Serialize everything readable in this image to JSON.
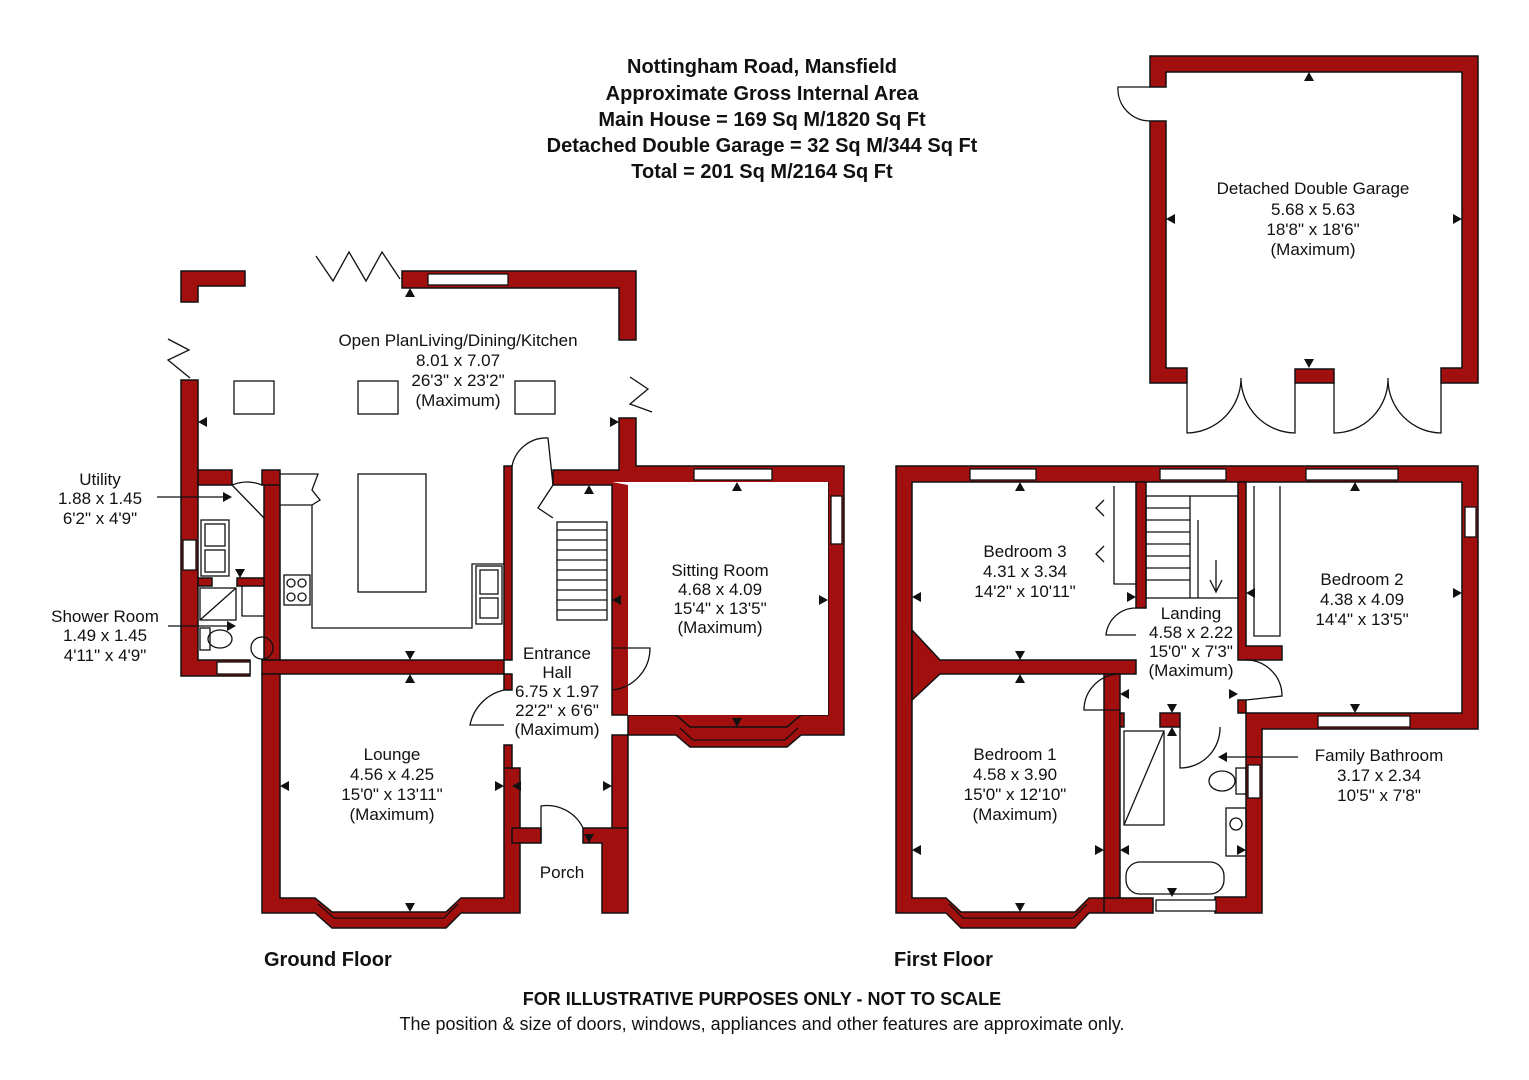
{
  "header": {
    "line1": "Nottingham Road, Mansfield",
    "line2": "Approximate Gross Internal Area",
    "line3": "Main House = 169 Sq M/1820 Sq Ft",
    "line4": "Detached Double Garage = 32 Sq M/344 Sq Ft",
    "line5": "Total = 201 Sq M/2164 Sq Ft"
  },
  "floors": {
    "ground": "Ground Floor",
    "first": "First Floor"
  },
  "rooms": {
    "garage": {
      "name": "Detached Double Garage",
      "metric": "5.68 x 5.63",
      "imperial": "18'8\" x 18'6\"",
      "note": "(Maximum)"
    },
    "open_plan": {
      "name": "Open PlanLiving/Dining/Kitchen",
      "metric": "8.01 x 7.07",
      "imperial": "26'3\" x 23'2\"",
      "note": "(Maximum)"
    },
    "utility": {
      "name": "Utility",
      "metric": "1.88 x 1.45",
      "imperial": "6'2\" x 4'9\""
    },
    "shower": {
      "name": "Shower Room",
      "metric": "1.49 x 1.45",
      "imperial": "4'11\" x 4'9\""
    },
    "sitting": {
      "name": "Sitting Room",
      "metric": "4.68 x 4.09",
      "imperial": "15'4\" x 13'5\"",
      "note": "(Maximum)"
    },
    "entrance": {
      "name1": "Entrance",
      "name2": "Hall",
      "metric": "6.75 x 1.97",
      "imperial": "22'2\" x 6'6\"",
      "note": "(Maximum)"
    },
    "lounge": {
      "name": "Lounge",
      "metric": "4.56 x 4.25",
      "imperial": "15'0\" x 13'11\"",
      "note": "(Maximum)"
    },
    "porch": {
      "name": "Porch"
    },
    "bedroom3": {
      "name": "Bedroom 3",
      "metric": "4.31 x 3.34",
      "imperial": "14'2\" x 10'11\""
    },
    "landing": {
      "name": "Landing",
      "metric": "4.58 x 2.22",
      "imperial": "15'0\" x 7'3\"",
      "note": "(Maximum)"
    },
    "bedroom2": {
      "name": "Bedroom 2",
      "metric": "4.38 x 4.09",
      "imperial": "14'4\" x 13'5\""
    },
    "bedroom1": {
      "name": "Bedroom 1",
      "metric": "4.58 x 3.90",
      "imperial": "15'0\" x 12'10\"",
      "note": "(Maximum)"
    },
    "bathroom": {
      "name": "Family Bathroom",
      "metric": "3.17 x 2.34",
      "imperial": "10'5\" x 7'8\""
    }
  },
  "footer": {
    "disclaimer": "FOR ILLUSTRATIVE PURPOSES ONLY - NOT TO SCALE",
    "note": "The position & size of doors, windows, appliances and other features are approximate only."
  },
  "colors": {
    "wall": "#a10f0f",
    "ink": "#111111",
    "background": "#ffffff"
  }
}
